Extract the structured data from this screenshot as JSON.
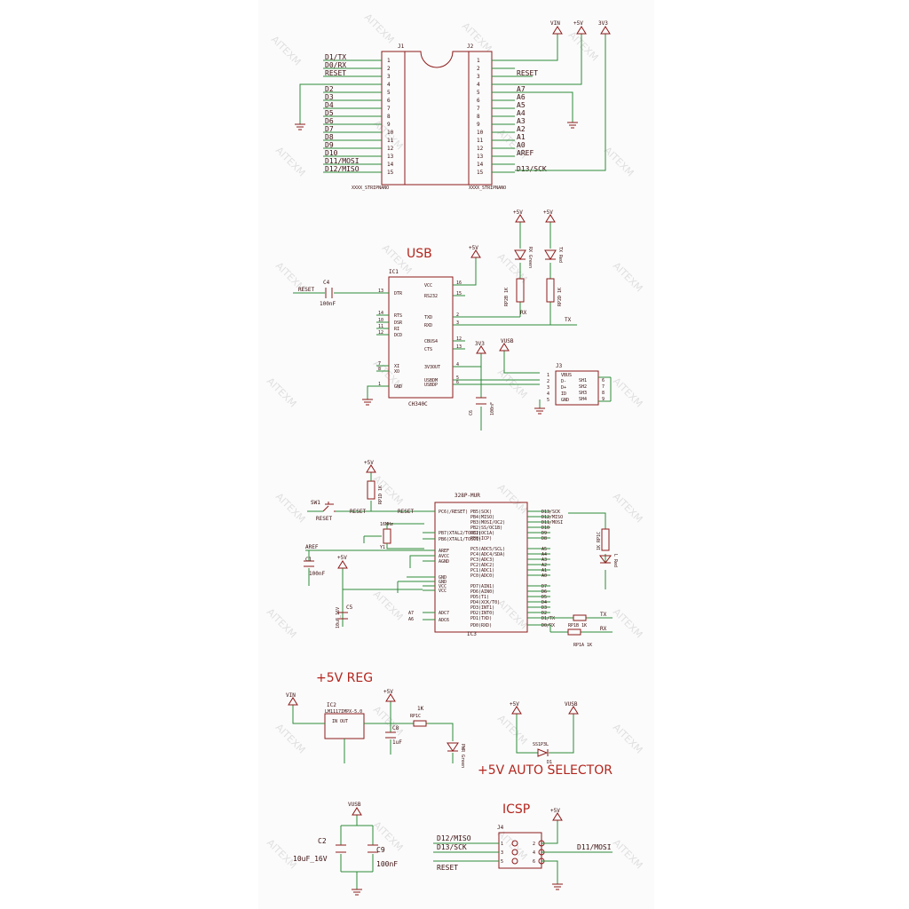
{
  "watermark": "AITEXM",
  "headers": {
    "j1_pins": [
      "D1/TX",
      "D0/RX",
      "RESET",
      "",
      "D2",
      "D3",
      "D4",
      "D5",
      "D6",
      "D7",
      "D8",
      "D9",
      "D10",
      "D11/MOSI",
      "D12/MISO"
    ],
    "j2_pins": [
      "",
      "",
      "RESET",
      "",
      "A7",
      "A6",
      "A5",
      "A4",
      "A3",
      "A2",
      "A1",
      "A0",
      "AREF",
      "",
      "D13/SCK"
    ],
    "j1": "J1",
    "j2": "J2",
    "part": "XXXX_STRIPNANO",
    "vin": "VIN",
    "p5v": "+5V",
    "v3v3": "3V3"
  },
  "usb": {
    "title": "USB",
    "ic": "IC1",
    "chip": "CH340C",
    "left_pins": [
      [
        "DTR",
        "13"
      ],
      [
        "RTS",
        "14"
      ],
      [
        "DSR",
        "10"
      ],
      [
        "RI",
        "11"
      ],
      [
        "DCD",
        "12"
      ],
      [
        "XI",
        "7"
      ],
      [
        "XO",
        "8"
      ],
      [
        "GND",
        "1"
      ]
    ],
    "right_pins": [
      [
        "VCC",
        "16"
      ],
      [
        "RS232",
        "15"
      ],
      [
        "TXD",
        "2"
      ],
      [
        "RXD",
        "3"
      ],
      [
        "CBUS4",
        "12"
      ],
      [
        "CTS",
        "13"
      ],
      [
        "3V3OUT",
        "4"
      ],
      [
        "USBDM",
        "5"
      ],
      [
        "USBDP",
        "6"
      ]
    ],
    "c4": "C4",
    "c4v": "100nF",
    "c6": "C6",
    "c6v": "100nF",
    "reset": "RESET",
    "rx": "RX",
    "tx": "TX",
    "rp2b": "RP2B 1K",
    "rp2d": "RP2D 1K",
    "led_rx": "RX Green",
    "led_tx": "TX Red",
    "j3": "J3",
    "j3_pins": [
      "VBUS",
      "D-",
      "D+",
      "ID",
      "GND"
    ],
    "j3_sh": [
      "SH1",
      "SH2",
      "SH3",
      "SH4"
    ],
    "vusb": "VUSB",
    "v3v3": "3V3",
    "p5v": "+5V"
  },
  "mcu": {
    "name": "328P-MUR",
    "ic": "IC3",
    "sw": "SW1",
    "reset": "RESET",
    "rp1d": "RP1D 1K",
    "xtal": "16MHz",
    "y1": "Y1",
    "c1": "C1",
    "c1v": "100nF",
    "c5": "C5",
    "c5v": "10uF_16V",
    "aref": "AREF",
    "left_pins": [
      "PC6(/RESET)",
      "PB7(XTAL2/TOSC2)",
      "PB6(XTAL1/TOSC1)",
      "AREF",
      "AVCC",
      "AGND",
      "GND",
      "GND",
      "VCC",
      "VCC",
      "ADC7",
      "ADC6"
    ],
    "right_pins": [
      "PB5(SCK)",
      "PB4(MISO)",
      "PB3(MOSI/OC2)",
      "PB2(SS/OC1B)",
      "PB1(OC1A)",
      "PB0(ICP)",
      "PC5(ADC5/SCL)",
      "PC4(ADC4/SDA)",
      "PC3(ADC3)",
      "PC2(ADC2)",
      "PC1(ADC1)",
      "PC0(ADC0)",
      "PD7(AIN1)",
      "PD6(AIN0)",
      "PD5(T1)",
      "PD4(XCK/T0)",
      "PD3(INT1)",
      "PD2(INT0)",
      "PD1(TXD)",
      "PD0(RXD)"
    ],
    "right_nets": [
      "D13/SCK",
      "D12/MISO",
      "D11/MOSI",
      "D10",
      "D9",
      "D8",
      "A5",
      "A4",
      "A3",
      "A2",
      "A1",
      "A0",
      "D7",
      "D6",
      "D5",
      "D4",
      "D3",
      "D2",
      "D1/TX",
      "D0/RX"
    ],
    "rp1b": "RP1B 1K",
    "rp1a": "RP1A 1K",
    "tx": "TX",
    "rx": "RX",
    "l_led": "L Red",
    "rp1c": "1K RP1C",
    "p5v": "+5V",
    "a7": "A7",
    "a6": "A6"
  },
  "reg": {
    "title": "+5V REG",
    "ic": "IC2",
    "chip": "LM1117IMPX-5.0",
    "inout": "IN OUT",
    "vin": "VIN",
    "p5v": "+5V",
    "c8": "C8",
    "c8v": "1uF",
    "r": "1K",
    "rp": "RP1C",
    "led": "PWR Green"
  },
  "auto": {
    "title": "+5V AUTO SELECTOR",
    "p5v": "+5V",
    "vusb": "VUSB",
    "diode": "SS1P3L",
    "d1": "D1"
  },
  "icsp": {
    "title": "ICSP",
    "j4": "J4",
    "p5v": "+5V",
    "left": [
      "D12/MISO",
      "D13/SCK",
      "RESET"
    ],
    "right": [
      "D11/MOSI"
    ],
    "nums": [
      "1",
      "2",
      "3",
      "4",
      "5",
      "6"
    ]
  },
  "caps": {
    "vusb": "VUSB",
    "c2": "C2",
    "c2v": "10uF_16V",
    "c9": "C9",
    "c9v": "100nF"
  },
  "colors": {
    "wire": "#2e8b3a",
    "symbol": "#8e1b1b",
    "title": "#b3261e"
  }
}
